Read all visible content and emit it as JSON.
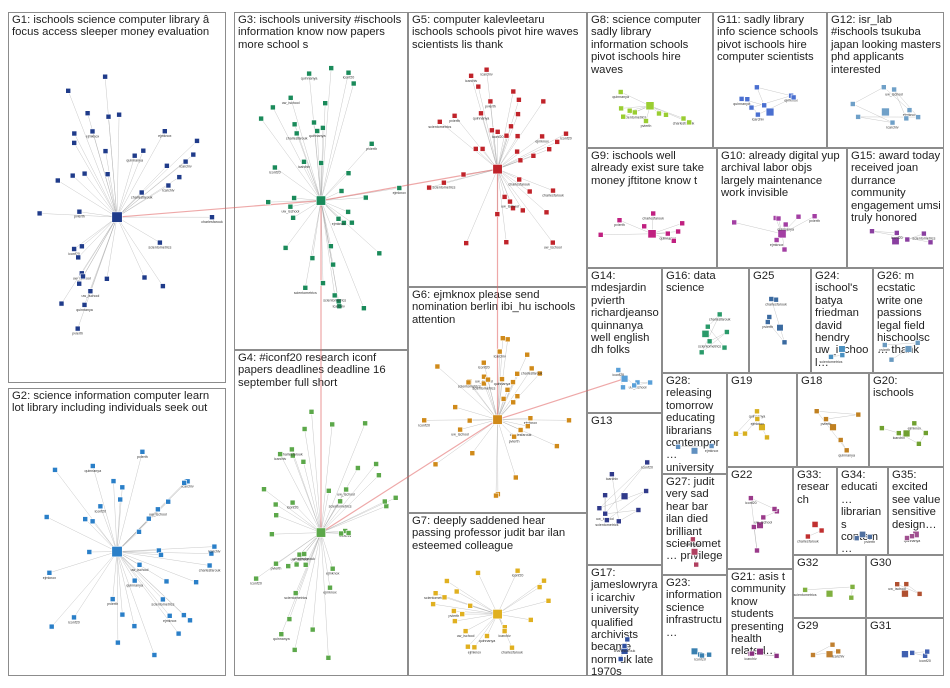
{
  "title": "",
  "groups": [
    {
      "id": "G1",
      "caption": "G1: ischools science computer library â focus access sleeper money evaluation"
    },
    {
      "id": "G2",
      "caption": "G2: science information computer learn lot library including individuals seek out"
    },
    {
      "id": "G3",
      "caption": "G3: ischools university #ischools information know now papers more school s"
    },
    {
      "id": "G4",
      "caption": "G4: #iconf20 research iconf papers deadlines deadline 16 september full short"
    },
    {
      "id": "G5",
      "caption": "G5: computer kalevleetaru ischools schools pivot hire waves scientists lis thank"
    },
    {
      "id": "G6",
      "caption": "G6: ejmknox please send nomination berlin ibi_hu ischools attention"
    },
    {
      "id": "G7",
      "caption": "G7: deeply saddened hear passing professor judit bar ilan esteemed colleague"
    },
    {
      "id": "G8",
      "caption": "G8: science computer sadly library information schools pivot ischools hire waves"
    },
    {
      "id": "G9",
      "caption": "G9: ischools well already exist sure take money jftitone know t"
    },
    {
      "id": "G10",
      "caption": "G10: already digital yup archival labor objs largely maintenance work invisible"
    },
    {
      "id": "G11",
      "caption": "G11: sadly library info science schools pivot ischools hire computer scientists"
    },
    {
      "id": "G12",
      "caption": "G12: isr_lab #ischools tsukuba japan looking masters phd applicants interested"
    },
    {
      "id": "G13",
      "caption": "G13"
    },
    {
      "id": "G14",
      "caption": "G14: mdesjardin pvierth richardjeanso quinnanya well english dh folks"
    },
    {
      "id": "G15",
      "caption": "G15: award today received joan durrance community engagement umsi truly honored"
    },
    {
      "id": "G16",
      "caption": "G16: data science"
    },
    {
      "id": "G17",
      "caption": "G17: jameslowryrai icarchiv university qualified archivists became norm uk late 1970s"
    },
    {
      "id": "G18",
      "caption": "G18"
    },
    {
      "id": "G19",
      "caption": "G19"
    },
    {
      "id": "G20",
      "caption": "G20: ischools"
    },
    {
      "id": "G21",
      "caption": "G21: asis t community know students presenting health related…"
    },
    {
      "id": "G22",
      "caption": "G22"
    },
    {
      "id": "G23",
      "caption": "G23: information science infrastructu…"
    },
    {
      "id": "G24",
      "caption": "G24: ischool's batya friedman david hendry uw_ischool…"
    },
    {
      "id": "G25",
      "caption": "G25"
    },
    {
      "id": "G26",
      "caption": "G26: m ecstatic write one passions legal field hischoolsc… thank"
    },
    {
      "id": "G27",
      "caption": "G27: judit very sad hear bar ilan died brilliant scientomet… privilege"
    },
    {
      "id": "G28",
      "caption": "G28: releasing tomorrow educating librarians contempor… university…"
    },
    {
      "id": "G29",
      "caption": "G29"
    },
    {
      "id": "G30",
      "caption": "G30"
    },
    {
      "id": "G31",
      "caption": "G31"
    },
    {
      "id": "G32",
      "caption": "G32"
    },
    {
      "id": "G33",
      "caption": "G33: research"
    },
    {
      "id": "G34",
      "caption": "G34: educati… librarians contem… universi… essay…"
    },
    {
      "id": "G35",
      "caption": "G35: excited see value sensitive design…"
    }
  ],
  "node_labels": [
    "charlesfarouk",
    "ischoolsc",
    "kalevleetaru",
    "pvierth",
    "mdesjardin",
    "richardjeanso",
    "quinnanya",
    "jftitone",
    "joan_durrance",
    "ejmknox",
    "ibi_hu",
    "isr_lab",
    "icarchiv",
    "jameslowryrai",
    "umsi",
    "uw_ischool",
    "hischoolsc",
    "batya_friedman",
    "iconf20",
    "judit_barilan",
    "asist_org",
    "scientometrics",
    "libraries_news",
    "data_scientist"
  ]
}
